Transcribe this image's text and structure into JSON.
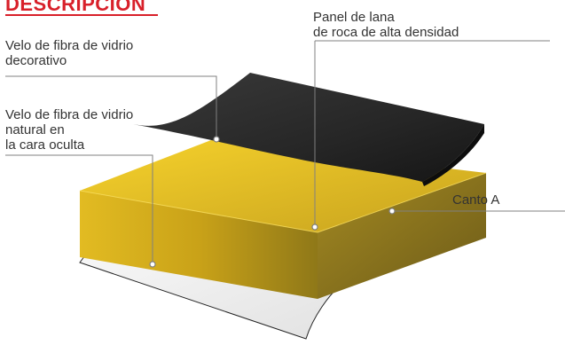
{
  "header": {
    "title": "DESCRIPCIÓN"
  },
  "labels": {
    "decorative_veil": [
      "Velo de fibra de vidrio",
      "decorativo"
    ],
    "hidden_face_veil": [
      "Velo de fibra de vidrio",
      "natural en",
      "la cara oculta"
    ],
    "panel": [
      "Panel de lana",
      "de roca de alta densidad"
    ],
    "edge": "Canto A"
  },
  "colors": {
    "title": "#d8202a",
    "text": "#333333",
    "leader_line": "#808080",
    "top_sheet": "#262626",
    "panel_front": "#d1aa1a",
    "panel_top": "#e8c422",
    "panel_side": "#8a7420",
    "bottom_veil": "#f4f4f4"
  }
}
